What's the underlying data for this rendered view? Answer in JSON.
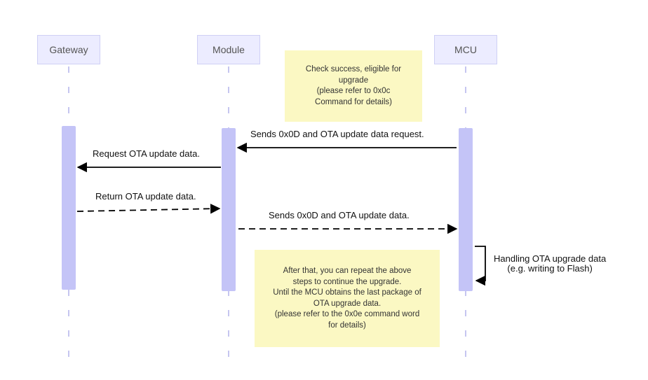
{
  "actors": [
    {
      "id": "gateway",
      "label": "Gateway"
    },
    {
      "id": "module",
      "label": "Module"
    },
    {
      "id": "mcu",
      "label": "MCU"
    }
  ],
  "notes": {
    "check_success": [
      "Check success, eligible for",
      "upgrade",
      "(please refer to 0x0c",
      "Command for details)"
    ],
    "repeat": [
      "After that, you can repeat the above",
      "steps to continue the upgrade.",
      "Until the MCU obtains the last package of",
      "OTA upgrade data.",
      "(please refer to the 0x0e command word",
      "for details)"
    ]
  },
  "messages": [
    {
      "from": "mcu",
      "to": "module",
      "label": "Sends 0x0D and OTA update data request.",
      "style": "solid"
    },
    {
      "from": "module",
      "to": "gateway",
      "label": "Request OTA update data.",
      "style": "solid"
    },
    {
      "from": "gateway",
      "to": "module",
      "label": "Return OTA update data.",
      "style": "dashed"
    },
    {
      "from": "module",
      "to": "mcu",
      "label": "Sends 0x0D and OTA update data.",
      "style": "dashed"
    }
  ],
  "self_message": {
    "actor": "mcu",
    "lines": [
      "Handling OTA upgrade data",
      "(e.g. writing to Flash)"
    ]
  },
  "colors": {
    "actor_fill": "#ececff",
    "actor_border": "#cfd0f5",
    "activation": "#c4c4f7",
    "lifeline": "#c6c6f0",
    "note_fill": "#fbf8c3",
    "arrow": "#000000"
  }
}
